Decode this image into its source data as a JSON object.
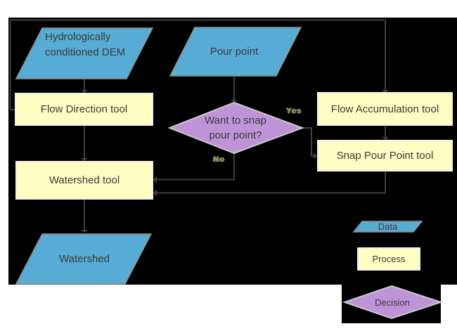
{
  "diagram": {
    "nodes": {
      "dem": {
        "label": "Hydrologically conditioned DEM",
        "shape": "parallelogram",
        "role": "data"
      },
      "pour_point": {
        "label": "Pour point",
        "shape": "parallelogram",
        "role": "data"
      },
      "flow_direction": {
        "label": "Flow Direction tool",
        "shape": "rectangle",
        "role": "process"
      },
      "flow_accumulation": {
        "label": "Flow Accumulation tool",
        "shape": "rectangle",
        "role": "process"
      },
      "snap_pour_point": {
        "label": "Snap Pour Point tool",
        "shape": "rectangle",
        "role": "process"
      },
      "snap_decision": {
        "label": "Want to snap pour point?",
        "shape": "diamond",
        "role": "decision"
      },
      "watershed_tool": {
        "label": "Watershed tool",
        "shape": "rectangle",
        "role": "process"
      },
      "watershed": {
        "label": "Watershed",
        "shape": "parallelogram",
        "role": "data"
      }
    },
    "edges": [
      {
        "from": "dem",
        "to": "flow_direction"
      },
      {
        "from": "flow_direction",
        "to": "flow_accumulation"
      },
      {
        "from": "pour_point",
        "to": "snap_decision"
      },
      {
        "from": "flow_accumulation",
        "to": "snap_pour_point"
      },
      {
        "from": "snap_decision",
        "to": "snap_pour_point",
        "label": "Yes"
      },
      {
        "from": "snap_decision",
        "to": "watershed_tool",
        "label": "No"
      },
      {
        "from": "snap_pour_point",
        "to": "watershed_tool"
      },
      {
        "from": "flow_direction",
        "to": "watershed_tool"
      },
      {
        "from": "watershed_tool",
        "to": "watershed"
      }
    ],
    "edge_labels": {
      "yes": "Yes",
      "no": "No"
    },
    "legend": [
      {
        "label": "Data",
        "shape": "parallelogram"
      },
      {
        "label": "Process",
        "shape": "rectangle"
      },
      {
        "label": "Decision",
        "shape": "diamond"
      }
    ],
    "colors": {
      "page_bg": "#ffffff",
      "canvas_bg": "#000000",
      "data_fill": "#57acd6",
      "data_stroke": "#8f8f8f",
      "process_fill": "#ffffc3",
      "process_stroke": "#f2f2ea",
      "decision_fill": "#bf93d8",
      "decision_stroke": "#c9c9c9",
      "connector": "#3f3f3f",
      "text": "#3a3a3a"
    }
  }
}
